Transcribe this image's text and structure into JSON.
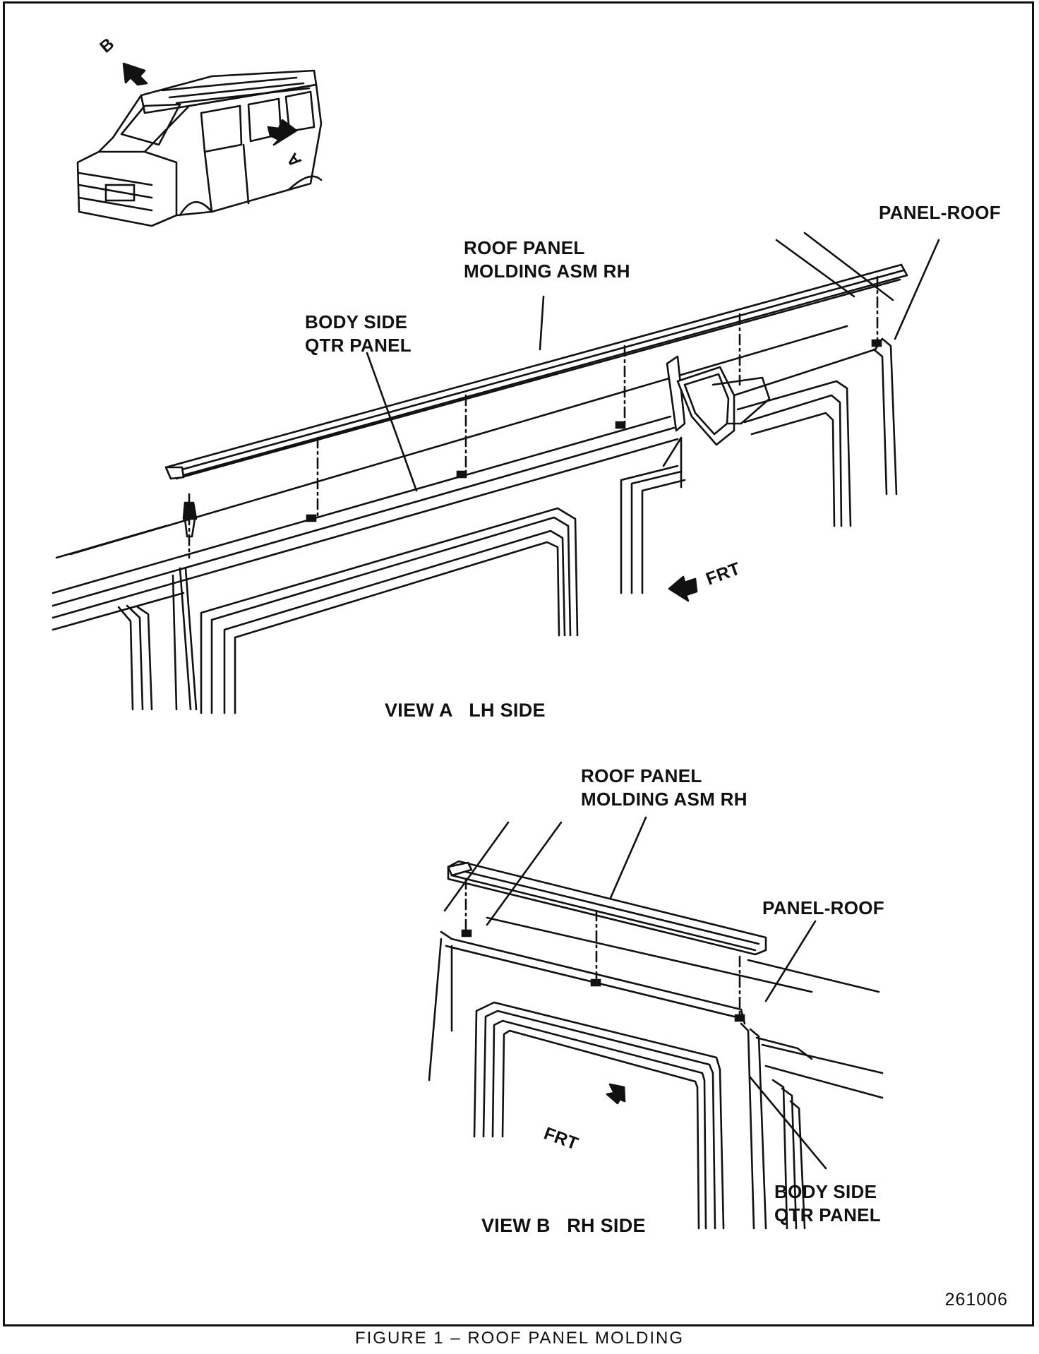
{
  "view_a": {
    "title": "VIEW A   LH SIDE",
    "labels": {
      "panel_roof": "PANEL-ROOF",
      "molding_line1": "ROOF PANEL",
      "molding_line2": "MOLDING ASM RH",
      "qtr_line1": "BODY SIDE",
      "qtr_line2": "QTR PANEL",
      "frt": "FRT"
    }
  },
  "view_b": {
    "title": "VIEW B   RH SIDE",
    "labels": {
      "molding_line1": "ROOF PANEL",
      "molding_line2": "MOLDING ASM RH",
      "panel_roof": "PANEL-ROOF",
      "qtr_line1": "BODY SIDE",
      "qtr_line2": "QTR PANEL",
      "frt": "FRT"
    }
  },
  "locator": {
    "marker_a": "A",
    "marker_b": "B"
  },
  "figure": {
    "caption": "FIGURE 1 – ROOF PANEL MOLDING",
    "code": "261006"
  }
}
